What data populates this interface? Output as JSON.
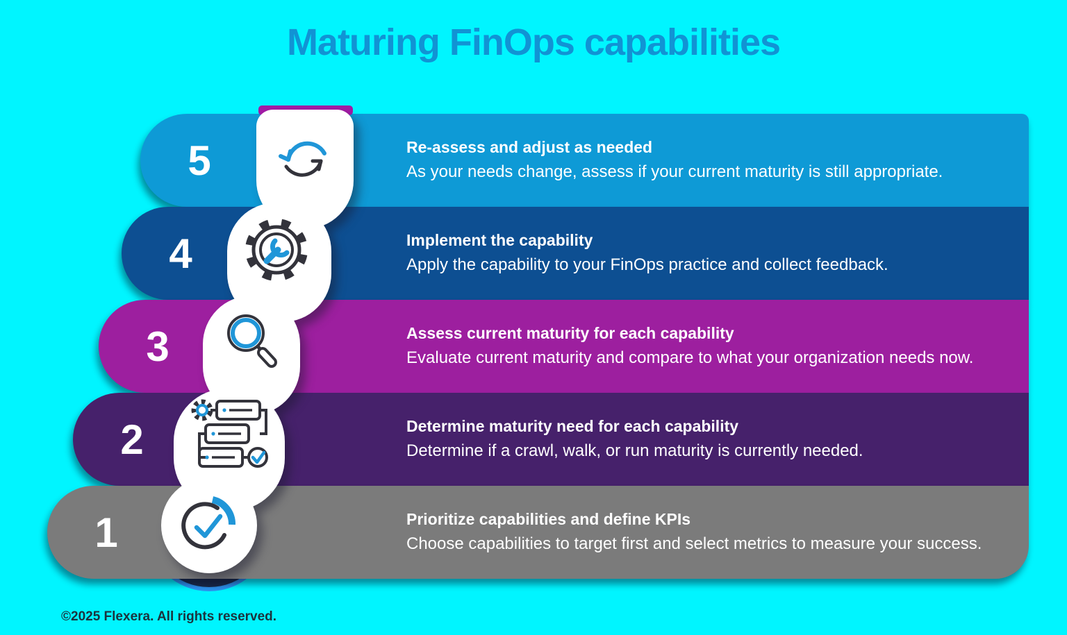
{
  "title": "Maturing FinOps capabilities",
  "steps": [
    {
      "number": "5",
      "heading": "Re-assess and adjust as needed",
      "body": "As your needs change, assess if your current maturity is still appropriate.",
      "color": "#0E9AD6",
      "icon": "refresh-icon"
    },
    {
      "number": "4",
      "heading": "Implement the capability",
      "body": "Apply the capability to your FinOps practice and collect feedback.",
      "color": "#0D4F92",
      "icon": "gear-wrench-icon"
    },
    {
      "number": "3",
      "heading": "Assess current maturity for each capability",
      "body": "Evaluate current maturity and compare to what your organization needs now.",
      "color": "#9D1F9F",
      "icon": "magnifier-icon"
    },
    {
      "number": "2",
      "heading": "Determine maturity need for each capability",
      "body": "Determine if a crawl, walk, or run maturity is currently needed.",
      "color": "#46216B",
      "icon": "flowchart-icon"
    },
    {
      "number": "1",
      "heading": "Prioritize capabilities and define KPIs",
      "body": "Choose capabilities to target first and select metrics to measure your success.",
      "color": "#7B7B7B",
      "icon": "donut-check-icon"
    }
  ],
  "footer": {
    "copyright": "©2025 Flexera. All rights reserved."
  },
  "palette": {
    "background": "#00F5FF",
    "title_text": "#1193D4",
    "step_text": "#FFFFFF",
    "icon_blue": "#2096D8",
    "icon_dark": "#33333B",
    "end_cap_navy": "#1B2B4A",
    "end_cap_blue": "#2E93EE",
    "copyright_text": "#1C333D"
  }
}
